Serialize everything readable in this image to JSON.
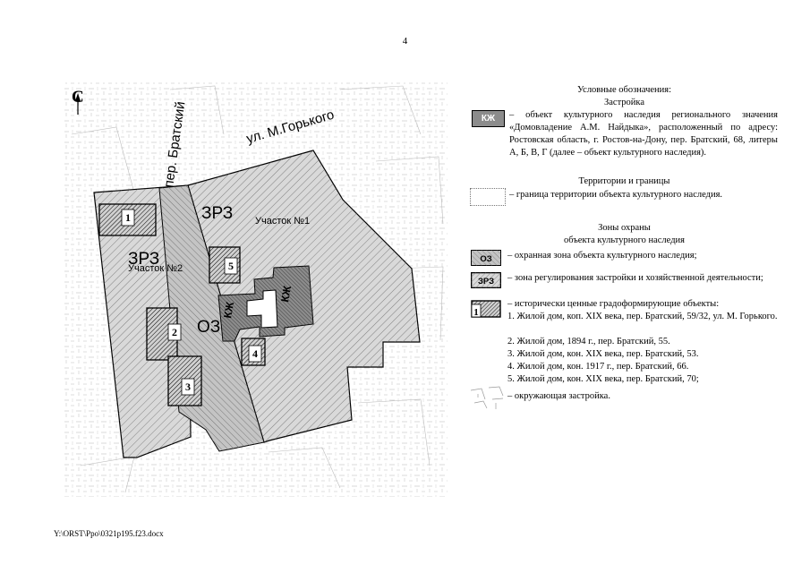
{
  "page_number": "4",
  "footer_path": "Y:\\ORST\\Ppo\\0321p195.f23.docx",
  "map": {
    "north_label": "С",
    "streets": {
      "bratsky": "пер. Братский",
      "gorkogo": "ул. М.Горького"
    },
    "zones": {
      "zrz1": {
        "label": "ЗРЗ",
        "sub": "Участок №1"
      },
      "zrz2": {
        "label": "ЗРЗ",
        "sub": "Участок №2"
      },
      "oz": {
        "label": "ОЗ"
      }
    },
    "heritage_label": "КЖ",
    "objects": [
      "1",
      "2",
      "3",
      "4",
      "5"
    ]
  },
  "legend": {
    "title": "Условные обозначения:",
    "section_buildings": "Застройка",
    "kzh_swatch": "КЖ",
    "kzh_desc": "– объект культурного наследия регионального значения «Домовладение А.М. Найдыка», расположенный по адресу: Ростовская область, г. Ростов-на-Дону, пер. Братский, 68, литеры А, Б, В, Г (далее – объект культурного наследия).",
    "section_territory": "Территории и границы",
    "boundary_desc": "– граница территории объекта культурного наследия.",
    "section_zones_1": "Зоны охраны",
    "section_zones_2": "объекта культурного наследия",
    "oz_swatch": "ОЗ",
    "oz_desc": "– охранная зона объекта культурного наследия;",
    "zrz_swatch": "ЗРЗ",
    "zrz_desc": "– зона регулирования застройки и хозяйственной деятельности;",
    "obj_swatch": "1",
    "obj_desc": "– исторически ценные градоформирующие объекты:",
    "objects_list": [
      "1. Жилой дом, коп. XIX века, пер. Братский, 59/32, ул. М. Горького.",
      "2. Жилой дом, 1894 г., пер. Братский, 55.",
      "3. Жилой дом, кон. XIX века, пер. Братский, 53.",
      "4. Жилой дом, кон. 1917 г., пер. Братский, 66.",
      "5. Жилой дом, кон. XIX века, пер. Братский, 70;"
    ],
    "surrounding_desc": "– окружающая застройка."
  },
  "colors": {
    "zone_fill": "#d9d9d9",
    "oz_fill": "#c4c4c4",
    "kzh_fill": "#8c8c8c",
    "outline": "#000000"
  }
}
